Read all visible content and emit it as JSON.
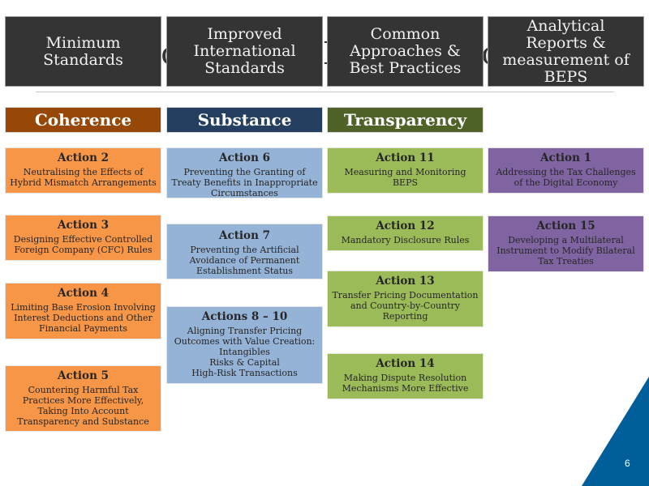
{
  "slide": {
    "background_title": "Framework of the BEPS Action Plan",
    "page_number": "6",
    "accent_color": "#005f9a"
  },
  "top_boxes": [
    {
      "label": "Minimum Standards"
    },
    {
      "label": "Improved International Standards"
    },
    {
      "label": "Common Approaches & Best Practices"
    },
    {
      "label": "Analytical Reports & measurement of BEPS"
    }
  ],
  "pillars": [
    {
      "label": "Coherence",
      "color": "#974706"
    },
    {
      "label": "Substance",
      "color": "#243f60"
    },
    {
      "label": "Transparency",
      "color": "#4f6228"
    }
  ],
  "actions": {
    "coherence": [
      {
        "title": "Action 2",
        "description": "Neutralising the Effects of\nHybrid Mismatch Arrangements"
      },
      {
        "title": "Action 3",
        "description": "Designing Effective Controlled\nForeign Company (CFC) Rules"
      },
      {
        "title": "Action 4",
        "description": "Limiting Base Erosion Involving\nInterest Deductions and Other\nFinancial Payments"
      },
      {
        "title": "Action 5",
        "description": "Countering Harmful Tax\nPractices More Effectively,\nTaking Into Account\nTransparency and Substance"
      }
    ],
    "substance": [
      {
        "title": "Action 6",
        "description": "Preventing the Granting of\nTreaty Benefits in Inappropriate\nCircumstances"
      },
      {
        "title": "Action 7",
        "description": "Preventing the Artificial\nAvoidance of Permanent\nEstablishment Status"
      },
      {
        "title": "Actions 8 – 10",
        "description": "Aligning Transfer Pricing\nOutcomes with Value Creation:\nIntangibles\nRisks & Capital\nHigh-Risk Transactions"
      }
    ],
    "transparency": [
      {
        "title": "Action 11",
        "description": "Measuring and Monitoring\nBEPS"
      },
      {
        "title": "Action 12",
        "description": "Mandatory Disclosure Rules"
      },
      {
        "title": "Action 13",
        "description": "Transfer Pricing Documentation\nand Country-by-Country\nReporting"
      },
      {
        "title": "Action 14",
        "description": "Making Dispute Resolution\nMechanisms More Effective"
      }
    ],
    "analytical": [
      {
        "title": "Action 1",
        "description": "Addressing the Tax Challenges\nof the Digital Economy"
      },
      {
        "title": "Action 15",
        "description": "Developing a Multilateral\nInstrument to Modify Bilateral\nTax Treaties"
      }
    ]
  }
}
